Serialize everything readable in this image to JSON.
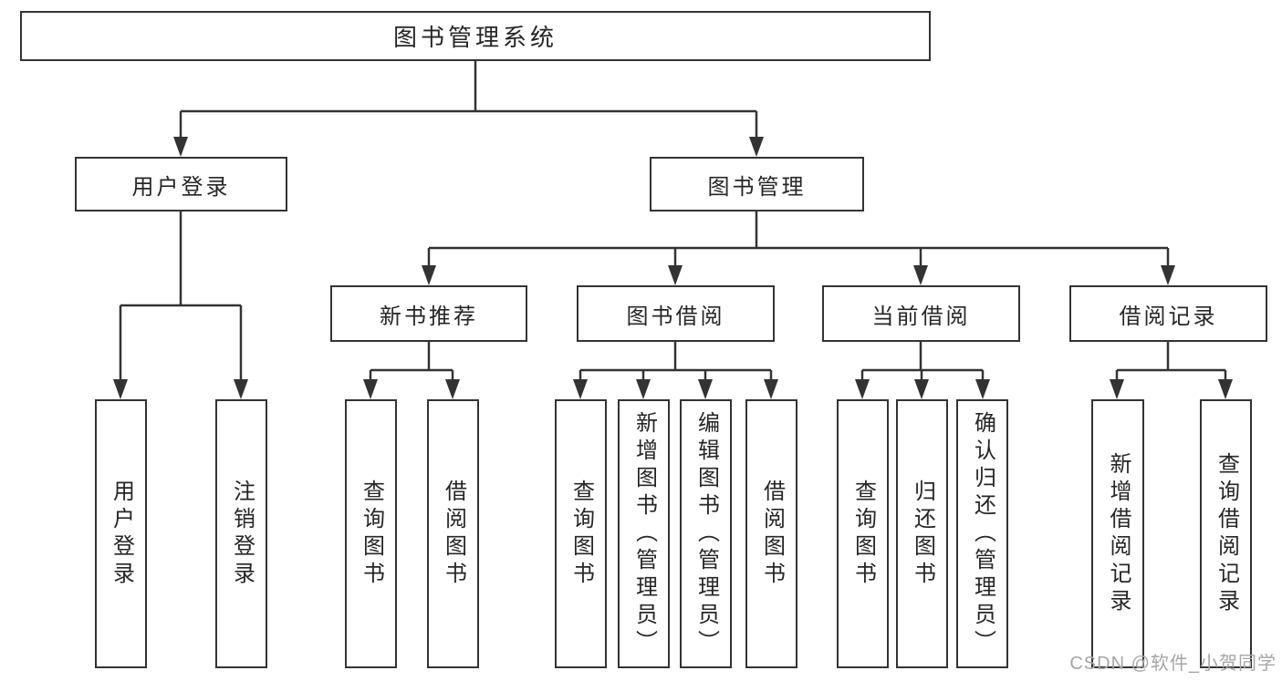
{
  "diagram": {
    "title": "图书管理系统",
    "root": {
      "label": "图书管理系统"
    },
    "level2": [
      {
        "label": "用户登录"
      },
      {
        "label": "图书管理"
      }
    ],
    "level3": [
      {
        "label": "新书推荐",
        "parent": "图书管理"
      },
      {
        "label": "图书借阅",
        "parent": "图书管理"
      },
      {
        "label": "当前借阅",
        "parent": "图书管理"
      },
      {
        "label": "借阅记录",
        "parent": "图书管理"
      }
    ],
    "leaves": [
      {
        "label": "用户登录",
        "parent": "用户登录"
      },
      {
        "label": "注销登录",
        "parent": "用户登录"
      },
      {
        "label": "查询图书",
        "parent": "新书推荐"
      },
      {
        "label": "借阅图书",
        "parent": "新书推荐"
      },
      {
        "label": "查询图书",
        "parent": "图书借阅"
      },
      {
        "label": "新增图书（管理员）",
        "parent": "图书借阅"
      },
      {
        "label": "编辑图书（管理员）",
        "parent": "图书借阅"
      },
      {
        "label": "借阅图书",
        "parent": "图书借阅"
      },
      {
        "label": "查询图书",
        "parent": "当前借阅"
      },
      {
        "label": "归还图书",
        "parent": "当前借阅"
      },
      {
        "label": "确认归还（管理员）",
        "parent": "当前借阅"
      },
      {
        "label": "新增借阅记录",
        "parent": "借阅记录"
      },
      {
        "label": "查询借阅记录",
        "parent": "借阅记录"
      }
    ]
  },
  "watermark": {
    "text": "CSDN @软件_小贺同学"
  },
  "colors": {
    "line": "#333333",
    "box_border": "#333333",
    "text": "#262626",
    "watermark": "#a6a6a6",
    "background": "#ffffff"
  }
}
